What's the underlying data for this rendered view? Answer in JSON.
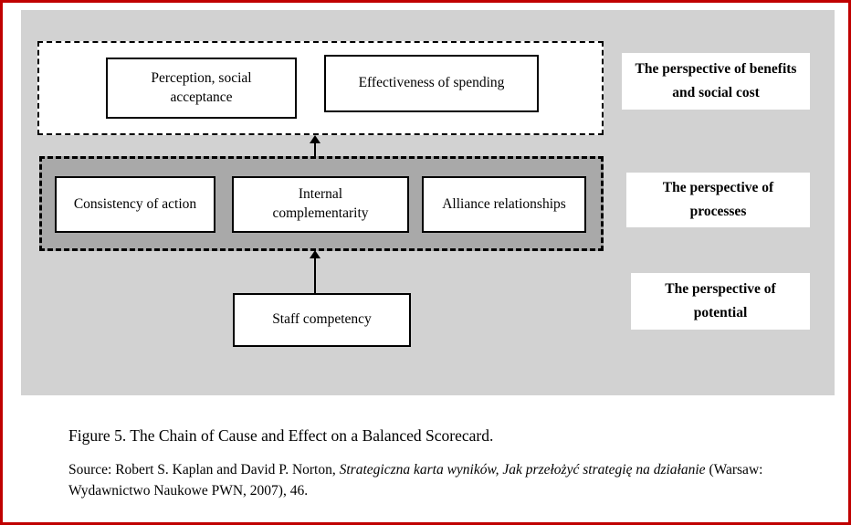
{
  "figure": {
    "caption": "Figure 5. The Chain of Cause and Effect on a Balanced Scorecard.",
    "source": {
      "prefix": "Source: Robert S. Kaplan and David P. Norton, ",
      "italic_title": "Strategiczna karta wyników, Jak przełożyć strategię na działanie",
      "suffix": " (Warsaw: Wydawnictwo Naukowe PWN, 2007), 46."
    }
  },
  "diagram": {
    "groups": {
      "benefits": {
        "nodes": [
          {
            "label": "Perception, social acceptance"
          },
          {
            "label": "Effectiveness of spending"
          }
        ]
      },
      "processes": {
        "nodes": [
          {
            "label": "Consistency of action"
          },
          {
            "label": "Internal complementarity"
          },
          {
            "label": "Alliance relationships"
          }
        ]
      },
      "potential": {
        "nodes": [
          {
            "label": "Staff competency"
          }
        ]
      }
    },
    "perspectives": [
      {
        "label": "The perspective of benefits and social cost"
      },
      {
        "label": "The perspective of processes"
      },
      {
        "label": "The perspective of potential"
      }
    ],
    "arrows": [
      {
        "name": "potential-to-processes",
        "direction": "up"
      },
      {
        "name": "processes-to-benefits",
        "direction": "up"
      }
    ]
  },
  "colors": {
    "frame_border": "#c00000",
    "panel_bg": "#d2d2d2",
    "process_group_bg": "#a9a9a9",
    "node_border": "#000000",
    "node_bg": "#ffffff"
  }
}
